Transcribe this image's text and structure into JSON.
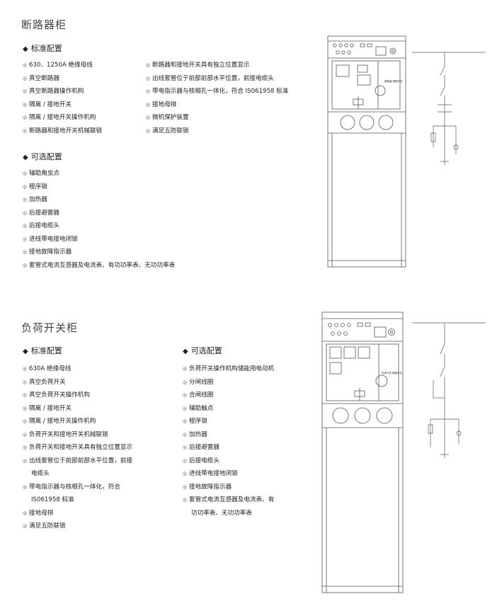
{
  "section1": {
    "title": "断路器柜",
    "standard_label": "标准配置",
    "standard_left": [
      "630、1250A 绝缘母线",
      "真空断路器",
      "真空断路器操作机构",
      "隔离 / 接地开关",
      "隔离 / 接地开关操作机构",
      "断路器和接地开关机械联锁"
    ],
    "standard_right": [
      "断路器和接地开关具有独立位置显示",
      "出线套管位于前部前部水平位置，前接电缆头",
      "带电指示器与核相孔一体化，符合 IS061958 标准",
      "接地母排",
      "微机保护装置",
      "满足五防联锁"
    ],
    "optional_label": "可选配置",
    "optional": [
      "辅助角虫点",
      "程序锁",
      "加热器",
      "后接避雷器",
      "后接电缆头",
      "进线带电接地闭锁",
      "接地故障指示器",
      "套管式电流互感器及电流表、有功功率表、无功功率表"
    ],
    "panel_label": "断路器 隔离开关"
  },
  "section2": {
    "title": "负荷开关柜",
    "standard_label": "标准配置",
    "standard": [
      "630A 绝缘母线",
      "真空负荷开关",
      "真空负荷开关操作机构",
      "隔离 / 接地开关",
      "隔离 / 接地开关操作机构",
      "负荷开关和接地开关机械联锁",
      "负荷开关和接地开关具有独立位置显示",
      "出线套管位于前部前部水平位置，前接",
      "电缆头",
      "带电指示器与核相孔一体化，符合",
      "IS061958 标准",
      "接地母排",
      "满足五防联锁"
    ],
    "optional_label": "可选配置",
    "optional": [
      "负荷开关操作机构储能用电动机",
      "分闸线圈",
      "合闸线圈",
      "辅助触点",
      "程序锁",
      "加热器",
      "后接避雷器",
      "后接电缆头",
      "进线带电接地闭锁",
      "接地故障指示器",
      "套管式电流互感器及电流表、有",
      "功功率表、无功功率表"
    ],
    "panel_label": "负荷开关 隔离开关"
  },
  "icons": {
    "bullet": "circle-bullet-icon",
    "heading": "diamond-icon"
  }
}
